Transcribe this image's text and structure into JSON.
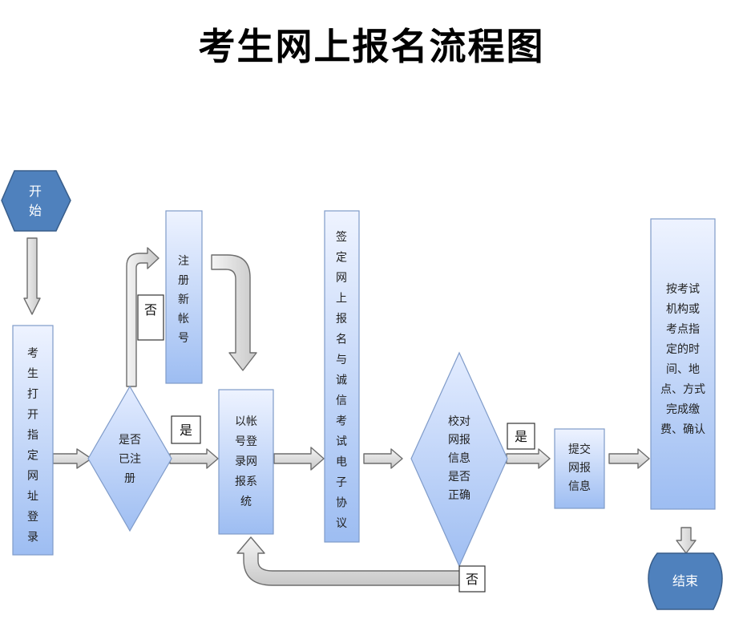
{
  "title": "考生网上报名流程图",
  "colors": {
    "terminal_fill": "#4f81bd",
    "terminal_stroke": "#385d8a",
    "process_fill_top": "#e6eeff",
    "process_fill_bottom": "#9dbdf2",
    "process_stroke": "#7f9bc9",
    "arrow_fill": "#d9d9d9",
    "arrow_stroke": "#6d6d6d"
  },
  "nodes": {
    "start": {
      "type": "terminal-hexagon",
      "lines": [
        "开",
        "始"
      ]
    },
    "open_site": {
      "type": "process",
      "orientation": "vertical",
      "lines": [
        "考",
        "生",
        "打",
        "开",
        "指",
        "定",
        "网",
        "址",
        "登",
        "录"
      ]
    },
    "is_registered": {
      "type": "decision",
      "lines": [
        "是否",
        "已注",
        "册"
      ]
    },
    "register_account": {
      "type": "process",
      "orientation": "vertical",
      "lines": [
        "注",
        "册",
        "新",
        "帐",
        "号"
      ]
    },
    "login": {
      "type": "process",
      "lines": [
        "以帐",
        "号登",
        "录网",
        "报系",
        "统"
      ]
    },
    "sign_agreement": {
      "type": "process",
      "orientation": "vertical",
      "lines": [
        "签",
        "定",
        "网",
        "上",
        "报",
        "名",
        "与",
        "诚",
        "信",
        "考",
        "试",
        "电",
        "子",
        "协",
        "议"
      ]
    },
    "verify_info": {
      "type": "decision",
      "lines": [
        "校对",
        "网报",
        "信息",
        "是否",
        "正确"
      ]
    },
    "submit_info": {
      "type": "process",
      "lines": [
        "提交",
        "网报",
        "信息"
      ]
    },
    "pay_confirm": {
      "type": "process",
      "lines": [
        "按考试",
        "机构或",
        "考点指",
        "定的时",
        "间、地",
        "点、方式",
        "完成缴",
        "费、确认"
      ]
    },
    "end": {
      "type": "terminal-rounded",
      "lines": [
        "结束"
      ]
    }
  },
  "edge_labels": {
    "not_registered": "否",
    "registered": "是",
    "info_correct": "是",
    "info_incorrect": "否"
  },
  "edges": [
    {
      "from": "start",
      "to": "open_site"
    },
    {
      "from": "open_site",
      "to": "is_registered"
    },
    {
      "from": "is_registered",
      "to": "register_account",
      "label": "否"
    },
    {
      "from": "is_registered",
      "to": "login",
      "label": "是"
    },
    {
      "from": "register_account",
      "to": "login"
    },
    {
      "from": "login",
      "to": "sign_agreement"
    },
    {
      "from": "sign_agreement",
      "to": "verify_info"
    },
    {
      "from": "verify_info",
      "to": "submit_info",
      "label": "是"
    },
    {
      "from": "verify_info",
      "to": "login",
      "label": "否"
    },
    {
      "from": "submit_info",
      "to": "pay_confirm"
    },
    {
      "from": "pay_confirm",
      "to": "end"
    }
  ]
}
